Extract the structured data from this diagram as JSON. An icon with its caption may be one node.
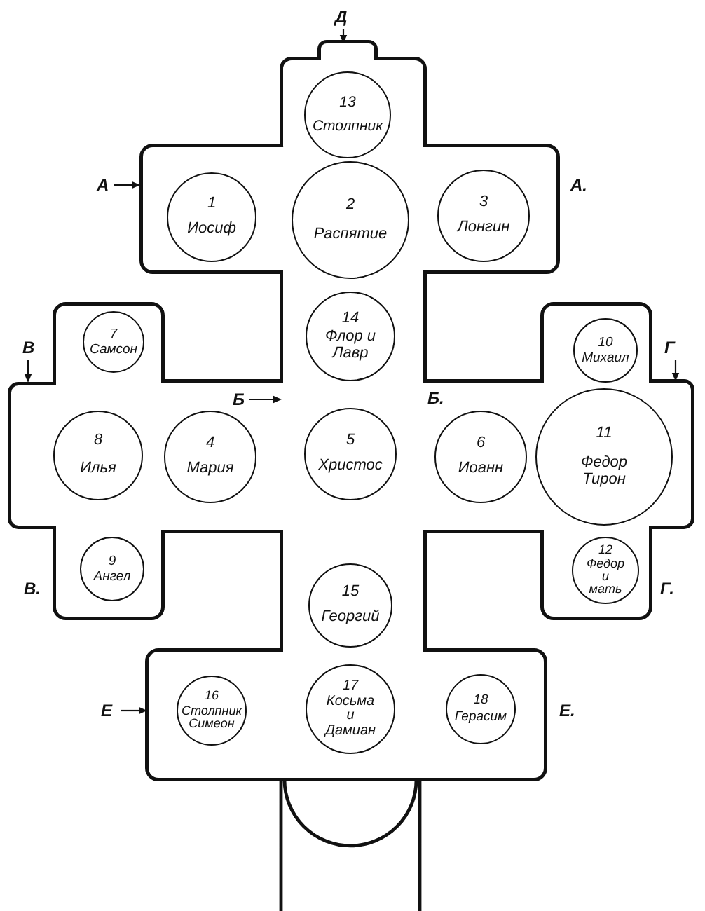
{
  "diagram": {
    "nodes": [
      {
        "text": [
          "13",
          "Столпник"
        ]
      },
      {
        "text": [
          "1",
          "Иосиф"
        ]
      },
      {
        "text": [
          "2",
          "Распятие"
        ]
      },
      {
        "text": [
          "3",
          "Лонгин"
        ]
      },
      {
        "text": [
          "7",
          "Самсон"
        ]
      },
      {
        "text": [
          "14",
          "Флор и Лавр"
        ]
      },
      {
        "text": [
          "10",
          "Михаил"
        ]
      },
      {
        "text": [
          "8",
          "Илья"
        ]
      },
      {
        "text": [
          "4",
          "Мария"
        ]
      },
      {
        "text": [
          "5",
          "Христос"
        ]
      },
      {
        "text": [
          "6",
          "Иоанн"
        ]
      },
      {
        "text": [
          "11",
          "Федор Тирон"
        ]
      },
      {
        "text": [
          "9",
          "Ангел"
        ]
      },
      {
        "text": [
          "15",
          "Георгий"
        ]
      },
      {
        "text": [
          "12",
          "Федор и мать"
        ]
      },
      {
        "text": [
          "16",
          "Столпник Симеон"
        ]
      },
      {
        "text": [
          "17",
          "Косьма и Дамиан"
        ]
      },
      {
        "text": [
          "18",
          "Герасим"
        ]
      }
    ],
    "labels": [
      "Д",
      "А",
      "А.",
      "В",
      "Г",
      "Б",
      "Б.",
      "В.",
      "Г.",
      "Е",
      "Е."
    ]
  }
}
